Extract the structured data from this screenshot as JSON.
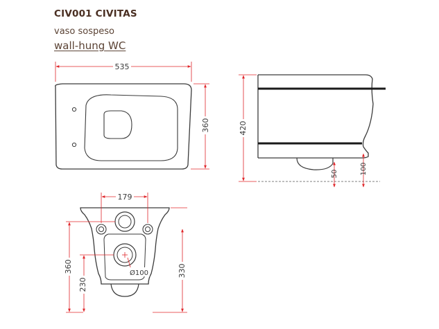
{
  "header": {
    "model": "CIV001 CIVITAS",
    "name_it": "vaso sospeso",
    "name_en": "wall-hung WC"
  },
  "dimensions": {
    "top_width": "535",
    "top_depth": "360",
    "side_height": "420",
    "side_outlet_offset": "50",
    "side_floor_offset": "100",
    "rear_spacing": "179",
    "rear_height": "360",
    "rear_outlet_height": "230",
    "rear_body_height": "330",
    "rear_outlet_diameter": "Ø100"
  },
  "colors": {
    "dimension_red": "#e0262a",
    "outline": "#3a3a3a",
    "heading": "#4a2f22"
  }
}
